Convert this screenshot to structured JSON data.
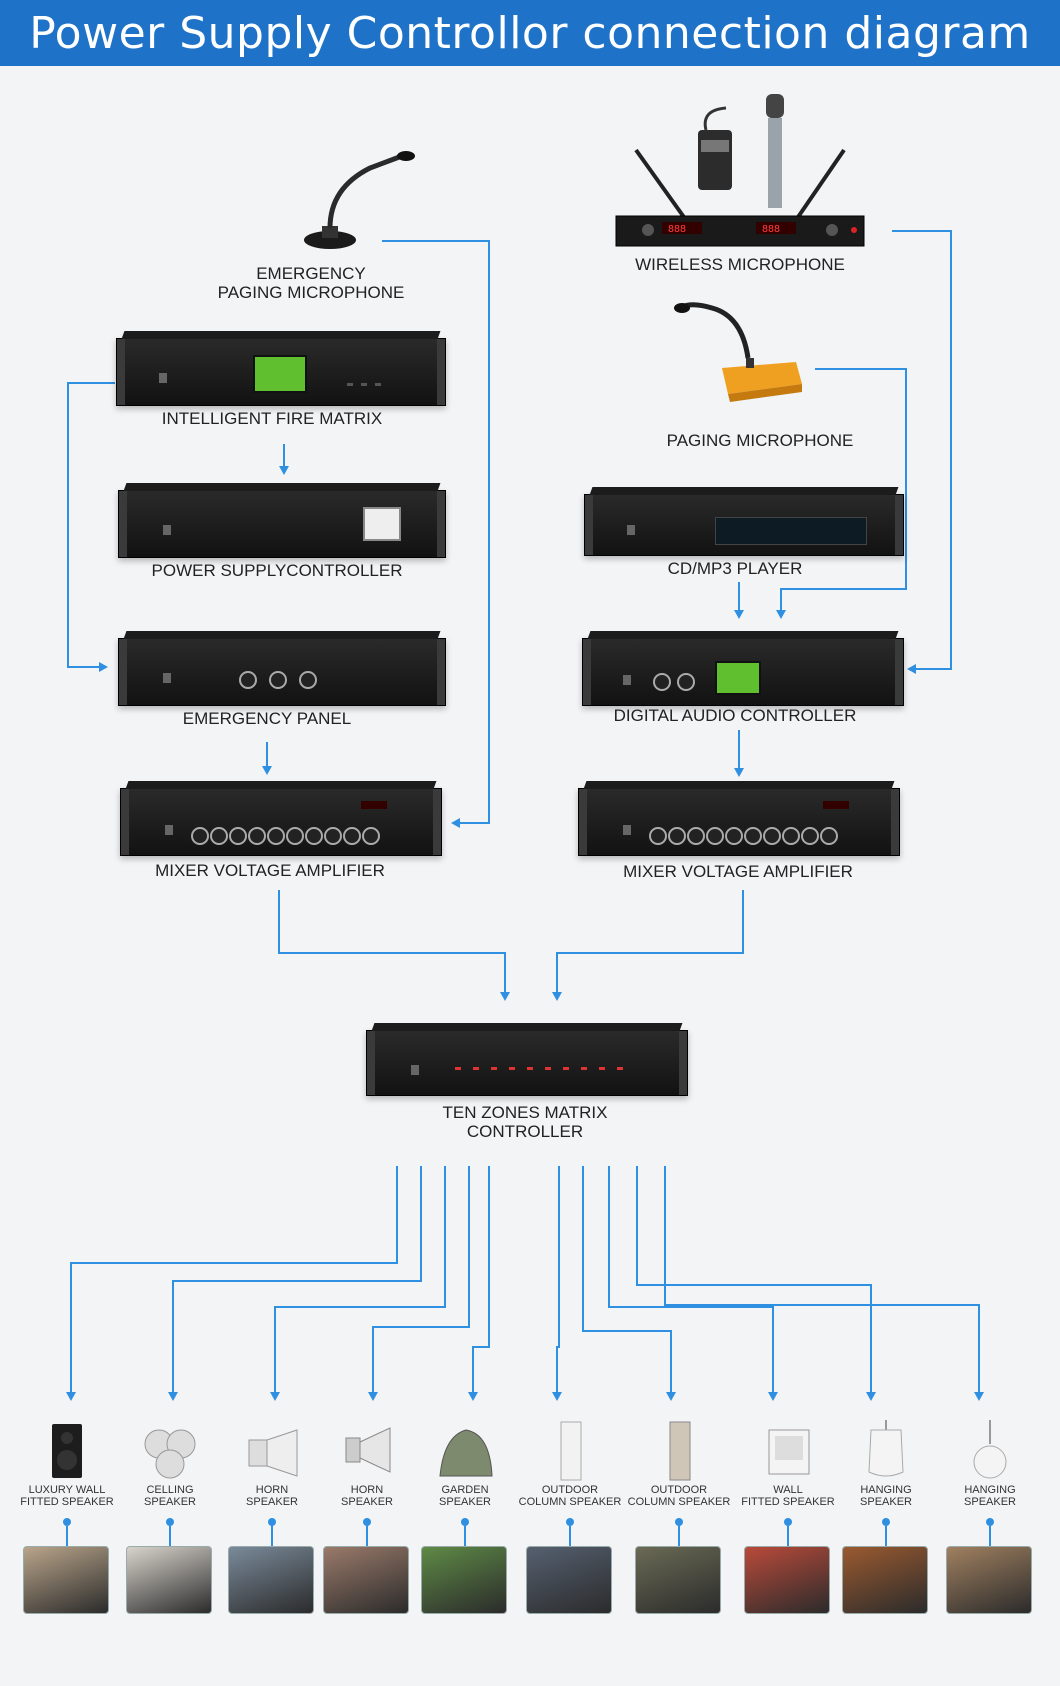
{
  "title": "Power Supply Controllor connection diagram",
  "colors": {
    "banner": "#1e73c9",
    "line": "#2f8fe0",
    "device": "#1a1a1a",
    "lcd": "#5fbf2f"
  },
  "devices": {
    "emergency_mic": "EMERGENCY\nPAGING MICROPHONE",
    "wireless_mic": "WIRELESS MICROPHONE",
    "fire_matrix": "INTELLIGENT FIRE MATRIX",
    "paging_mic": "PAGING MICROPHONE",
    "power_supply": "POWER SUPPLYCONTROLLER",
    "cd_player": "CD/MP3 PLAYER",
    "emergency_panel": "EMERGENCY PANEL",
    "digital_audio": "DIGITAL AUDIO CONTROLLER",
    "mixer_left": "MIXER VOLTAGE AMPLIFIER",
    "mixer_right": "MIXER VOLTAGE AMPLIFIER",
    "ten_zones": "TEN ZONES MATRIX\nCONTROLLER"
  },
  "speakers": [
    "LUXURY WALL\nFITTED  SPEAKER",
    "CELLING\nSPEAKER",
    "HORN\nSPEAKER",
    "HORN\nSPEAKER",
    "GARDEN\nSPEAKER",
    "OUTDOOR\nCOLUMN SPEAKER",
    "OUTDOOR\nCOLUMN SPEAKER",
    "WALL\nFITTED  SPEAKER",
    "HANGING\nSPEAKER",
    "HANGING\nSPEAKER"
  ]
}
